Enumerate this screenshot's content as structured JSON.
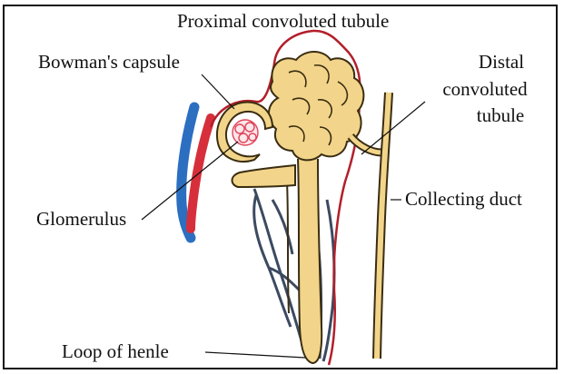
{
  "labels": {
    "proximal": "Proximal convoluted tubule",
    "bowman": "Bowman's capsule",
    "distal_1": "Distal",
    "distal_2": "convoluted",
    "distal_3": "tubule",
    "collecting": "Collecting duct",
    "glomerulus": "Glomerulus",
    "loop": "Loop of henle"
  },
  "colors": {
    "tubule_fill": "#f2d58a",
    "tubule_stroke": "#3a2d12",
    "artery": "#d62f3b",
    "vein": "#2c6fc1",
    "capillary": "#3c4a61",
    "capsule_outline": "#b21f2a",
    "glomerulus_tuft": "#e0435a"
  }
}
